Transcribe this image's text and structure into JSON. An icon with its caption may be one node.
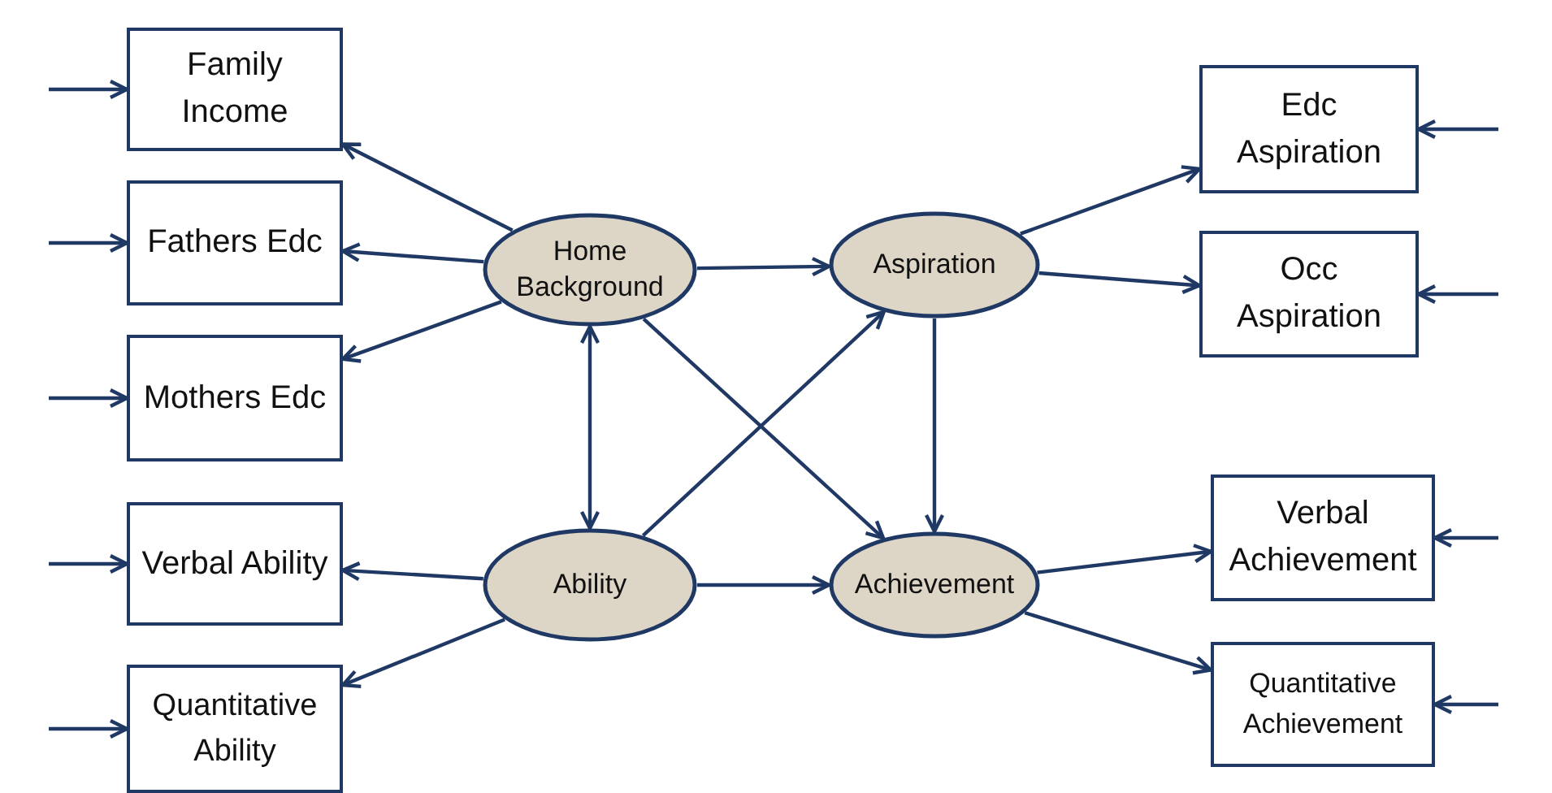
{
  "diagram": {
    "nodes": [
      {
        "text": [
          "Family Income"
        ]
      },
      {
        "text": [
          "Fathers Edc"
        ]
      },
      {
        "text": [
          "Mothers Edc"
        ]
      },
      {
        "text": [
          "Verbal Ability"
        ]
      },
      {
        "text": [
          "Quantitative Ability"
        ]
      },
      {
        "text": [
          "Home Background"
        ]
      },
      {
        "text": [
          "Ability"
        ]
      },
      {
        "text": [
          "Aspiration"
        ]
      },
      {
        "text": [
          "Achievement"
        ]
      },
      {
        "text": [
          "Edc Aspiration"
        ]
      },
      {
        "text": [
          "Occ Aspiration"
        ]
      },
      {
        "text": [
          "Verbal Achievement"
        ]
      },
      {
        "text": [
          "Quantitative Achievement"
        ]
      }
    ],
    "edges": [
      {
        "from": null,
        "to": 0,
        "arrow": "to"
      },
      {
        "from": null,
        "to": 1,
        "arrow": "to"
      },
      {
        "from": null,
        "to": 2,
        "arrow": "to"
      },
      {
        "from": null,
        "to": 3,
        "arrow": "to"
      },
      {
        "from": null,
        "to": 4,
        "arrow": "to"
      },
      {
        "from": 5,
        "to": 0,
        "arrow": "to"
      },
      {
        "from": 5,
        "to": 1,
        "arrow": "to"
      },
      {
        "from": 5,
        "to": 2,
        "arrow": "to"
      },
      {
        "from": 5,
        "to": 6,
        "arrow": "both"
      },
      {
        "from": 6,
        "to": 3,
        "arrow": "to"
      },
      {
        "from": 6,
        "to": 4,
        "arrow": "to"
      },
      {
        "from": 5,
        "to": 7,
        "arrow": "to"
      },
      {
        "from": 5,
        "to": 8,
        "arrow": "to"
      },
      {
        "from": 6,
        "to": 7,
        "arrow": "to"
      },
      {
        "from": 6,
        "to": 8,
        "arrow": "to"
      },
      {
        "from": 7,
        "to": 8,
        "arrow": "to"
      },
      {
        "from": 7,
        "to": 9,
        "arrow": "to"
      },
      {
        "from": 7,
        "to": 10,
        "arrow": "to"
      },
      {
        "from": 8,
        "to": 11,
        "arrow": "to"
      },
      {
        "from": 8,
        "to": 12,
        "arrow": "to"
      },
      {
        "from": null,
        "to": 9,
        "arrow": "to"
      },
      {
        "from": null,
        "to": 10,
        "arrow": "to"
      },
      {
        "from": null,
        "to": 11,
        "arrow": "to"
      },
      {
        "from": null,
        "to": 12,
        "arrow": "to"
      }
    ]
  }
}
